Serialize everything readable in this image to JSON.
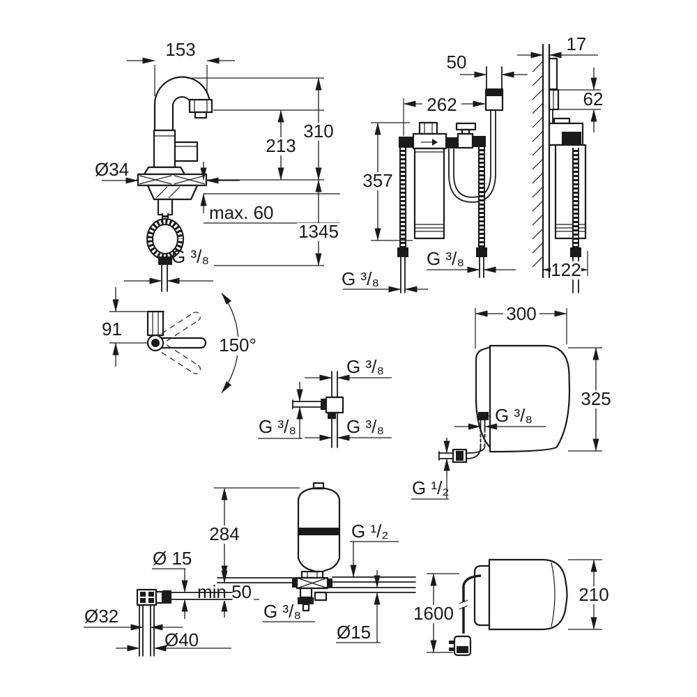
{
  "style": {
    "background": "#ffffff",
    "line_color": "#1a1a1a"
  },
  "views": {
    "faucet": {
      "spout_offset": "153",
      "spout_height": "310",
      "outlet_height": "213",
      "hole_diameter": "Ø34",
      "deck_thickness": "max. 60",
      "hose_length": "1345",
      "thread": "G ³/₈"
    },
    "filter_front": {
      "hose_width": "50",
      "hose_spacing": "262",
      "height": "357",
      "thread_center": "G ³/₈",
      "thread_left": "G ³/₈"
    },
    "filter_side": {
      "wall_thickness": "17",
      "bracket_height": "62",
      "depth": "122"
    },
    "handle": {
      "length": "91",
      "swivel_angle": "150°"
    },
    "connector": {
      "thread_top": "G ³/₈",
      "thread_left": "G ³/₈",
      "thread_bottom": "G ³/₈"
    },
    "boiler_side": {
      "depth": "300",
      "height": "325",
      "thread_outlet": "G ³/₈",
      "thread_supply": "G ¹/₂"
    },
    "vessel": {
      "height": "284",
      "clearance": "min 50",
      "thread_right": "G ¹/₂",
      "thread_bottom": "G ³/₈",
      "pipe_diameter": "Ø15"
    },
    "corner_fitting": {
      "pipe_diameter": "Ø 15",
      "inner_diameter": "Ø32",
      "outer_diameter": "Ø40"
    },
    "boiler_front": {
      "cable_length": "1600",
      "height": "210"
    }
  }
}
